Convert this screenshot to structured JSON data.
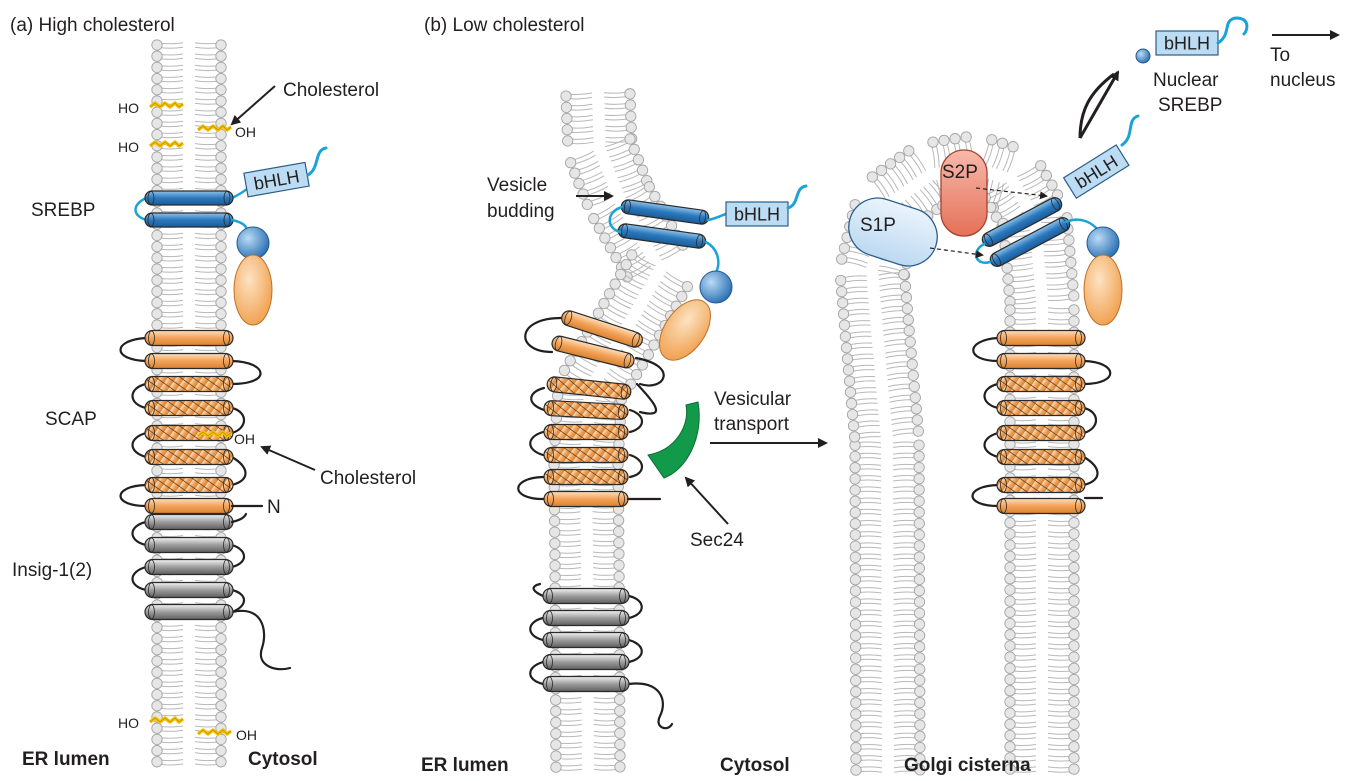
{
  "panels": {
    "a_title": "(a) High cholesterol",
    "b_title": "(b) Low cholesterol"
  },
  "labels": {
    "cholesterol": "Cholesterol",
    "srebp": "SREBP",
    "scap": "SCAP",
    "insig": "Insig-1(2)",
    "n_terminus": "N",
    "bhlh": "bHLH",
    "ho": "HO",
    "oh": "OH",
    "vesicle_budding_1": "Vesicle",
    "vesicle_budding_2": "budding",
    "vesicular_transport_1": "Vesicular",
    "vesicular_transport_2": "transport",
    "sec24": "Sec24",
    "s1p": "S1P",
    "s2p": "S2P",
    "nuclear_srebp_1": "Nuclear",
    "nuclear_srebp_2": "SREBP",
    "to_nucleus_1": "To",
    "to_nucleus_2": "nucleus"
  },
  "compartments": {
    "er_lumen": "ER lumen",
    "cytosol": "Cytosol",
    "golgi": "Golgi cisterna"
  },
  "colors": {
    "lipid_head": "#e4e4e4",
    "srebp_blue": "#2e7fc1",
    "scap_orange": "#f2a75e",
    "insig_gray": "#9a9a9a",
    "linker_cyan": "#1aa3d6",
    "bhlh_box": "#bcdcf3",
    "cholesterol_yellow": "#f5c400",
    "sec24_green": "#12994a",
    "s2p_red": "#ec8a78",
    "s1p_lightblue": "#cfe5f7"
  }
}
